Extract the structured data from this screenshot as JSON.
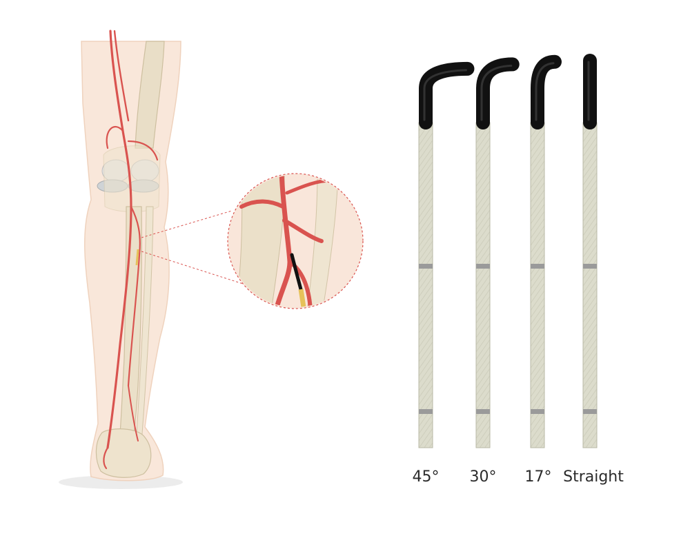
{
  "colors": {
    "background": "#ffffff",
    "artery": "#d9534f",
    "artery_dark": "#a8322f",
    "bone": "#e8dcc4",
    "bone_shade": "#cdbf9f",
    "skin": "#f8e6d8",
    "skin_edge": "#efd2bd",
    "catheter_shaft": "#ddddce",
    "catheter_tip": "#111111",
    "marker_band": "#9a9a9a",
    "label_text": "#2b2b2b"
  },
  "illustration": {
    "leg": "leg-anatomy-illustration",
    "zoom": "magnified-catheter-detail"
  },
  "catheters": [
    {
      "label": "45°",
      "tip_angle_deg": 45
    },
    {
      "label": "30°",
      "tip_angle_deg": 30
    },
    {
      "label": "17°",
      "tip_angle_deg": 17
    },
    {
      "label": "Straight",
      "tip_angle_deg": 0
    }
  ]
}
